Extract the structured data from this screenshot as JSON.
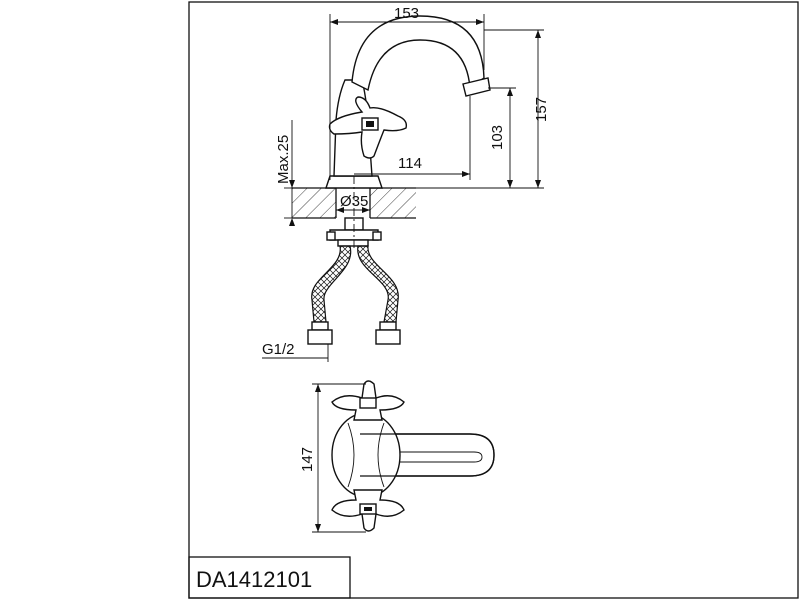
{
  "model": "DA1412101",
  "dimensions": {
    "width_153": "153",
    "height_157": "157",
    "height_103": "103",
    "reach_114": "114",
    "max_25": "Max.25",
    "hole_35": "Ø35",
    "thread": "G1/2",
    "width_147": "147"
  }
}
